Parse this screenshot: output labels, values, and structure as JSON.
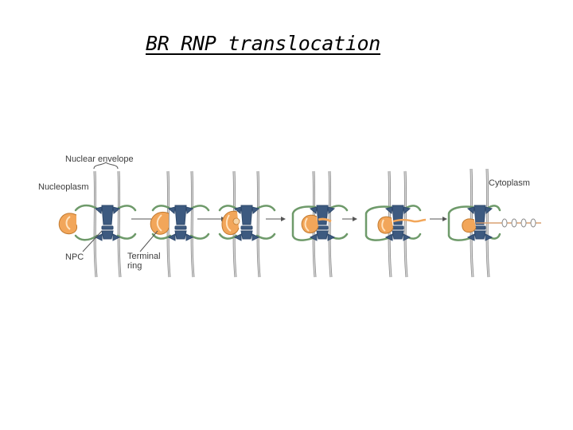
{
  "title": "BR RNP translocation",
  "labels": {
    "nuclear_envelope": "Nuclear envelope",
    "nucleoplasm": "Nucleoplasm",
    "cytoplasm": "Cytoplasm",
    "npc": "NPC",
    "terminal": "Terminal",
    "ring": "ring"
  },
  "colors": {
    "membrane": "#c9c9c9",
    "membrane_outline": "#8a8a8a",
    "pore_complex": "#3d5a80",
    "fibrils": "#6e9a6a",
    "rnp": "#f2a65a",
    "rnp_light": "#f6d4a6",
    "arrow": "#555555"
  },
  "stage_count": 6
}
